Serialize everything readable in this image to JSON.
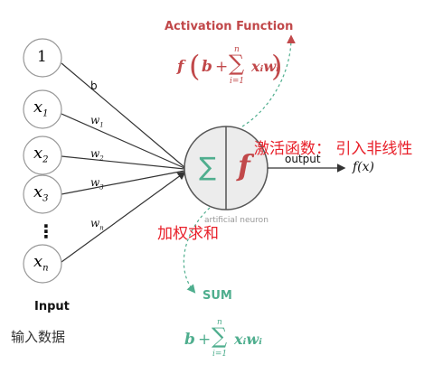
{
  "inputs": [
    {
      "label": "1",
      "weight": "b"
    },
    {
      "label": "x",
      "sub": "1",
      "weight": "w",
      "weight_sub": "1"
    },
    {
      "label": "x",
      "sub": "2",
      "weight": "w",
      "weight_sub": "2"
    },
    {
      "label": "x",
      "sub": "3",
      "weight": "w",
      "weight_sub": "3"
    },
    {
      "label": "x",
      "sub": "n",
      "weight": "w",
      "weight_sub": "n"
    }
  ],
  "ellipsis": "⋮",
  "input_title": "Input",
  "input_cn": "输入数据",
  "neuron": {
    "sum_symbol": "∑",
    "func_symbol": "f",
    "caption": "artificial neuron"
  },
  "output_label": "output",
  "output_value": "f(x)",
  "activation": {
    "title": "Activation Function",
    "formula_f": "f",
    "formula_b": "b",
    "formula_plus": "+",
    "sum_top": "n",
    "sum_bottom": "i=1",
    "term": "xᵢwᵢ"
  },
  "sum": {
    "title": "SUM",
    "formula_b": "b",
    "formula_plus": "+",
    "sum_top": "n",
    "sum_bottom": "i=1",
    "term": "xᵢwᵢ"
  },
  "notes": {
    "activation_cn": "激活函数： 引入非线性",
    "sum_cn": "加权求和"
  },
  "colors": {
    "activation": "#c1484a",
    "sum": "#4fae8e",
    "note": "#e8202a",
    "line": "#333333"
  }
}
